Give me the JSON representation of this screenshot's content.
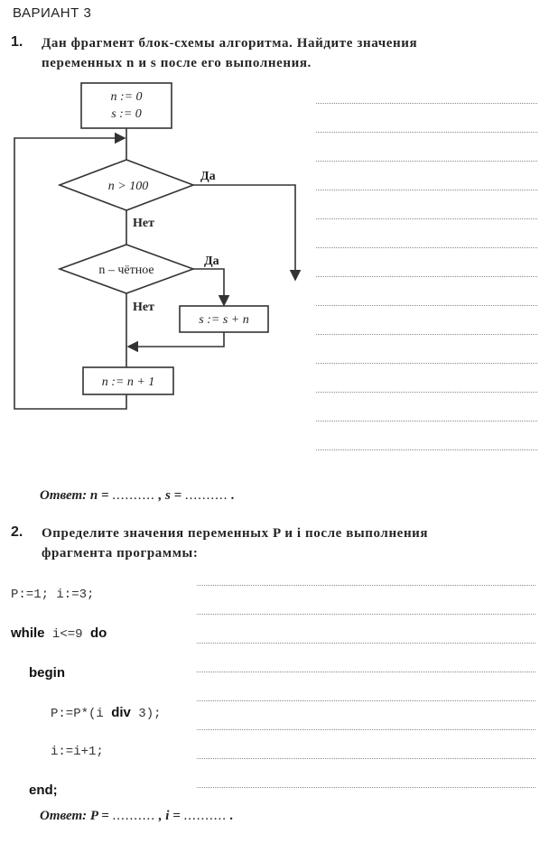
{
  "variant": "ВАРИАНТ 3",
  "task1": {
    "number": "1.",
    "line1": "Дан фрагмент блок-схемы алгоритма. Найдите значения",
    "line2": "переменных n и s после его выполнения.",
    "flowchart": {
      "init_n": "n := 0",
      "init_s": "s := 0",
      "cond1": "n > 100",
      "cond2": "n – чётное",
      "yes": "Да",
      "no": "Нет",
      "assign_s": "s := s + n",
      "inc_n": "n := n + 1"
    },
    "answer_prefix": "Ответ: n =",
    "answer_sep": ", s =",
    "answer_end": "."
  },
  "task2": {
    "number": "2.",
    "line1": "Определите значения переменных P и i после выполнения",
    "line2": "фрагмента программы:",
    "code": {
      "l1": "P:=1; i:=3;",
      "l2_kw": "while",
      "l2_rest": " i<=9 ",
      "l2_kw2": "do",
      "l3_kw": "begin",
      "l4_a": "P:=P*(i ",
      "l4_kw": "div",
      "l4_b": " 3);",
      "l5": "i:=i+1;",
      "l6_kw": "end;"
    },
    "answer_prefix": "Ответ: P =",
    "answer_sep": ", i =",
    "answer_end": "."
  },
  "dots": "..........",
  "dots_short": "........."
}
